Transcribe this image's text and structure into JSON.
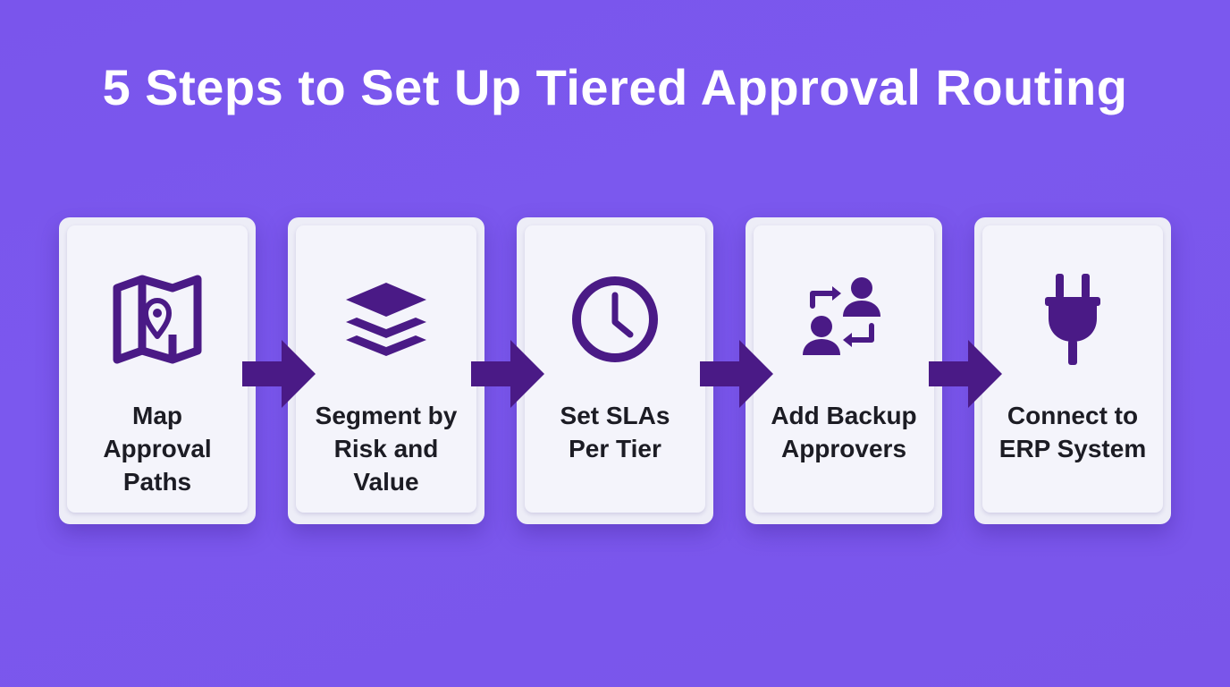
{
  "title": "5 Steps to Set Up Tiered Approval Routing",
  "colors": {
    "background": "#7a55ec",
    "icon": "#4a1a86",
    "arrow": "#4a1a86",
    "card": "#f4f4fb",
    "text": "#1c1c24"
  },
  "steps": [
    {
      "label": "Map\nApproval\nPaths",
      "icon": "map-with-pin-icon"
    },
    {
      "label": "Segment by\nRisk and\nValue",
      "icon": "layers-icon"
    },
    {
      "label": "Set SLAs\nPer Tier",
      "icon": "clock-icon"
    },
    {
      "label": "Add Backup\nApprovers",
      "icon": "swap-users-icon"
    },
    {
      "label": "Connect to\nERP System",
      "icon": "plug-icon"
    }
  ],
  "connectors": [
    {
      "icon": "arrow-right-icon"
    },
    {
      "icon": "arrow-right-icon"
    },
    {
      "icon": "arrow-right-icon"
    },
    {
      "icon": "arrow-right-icon"
    }
  ]
}
